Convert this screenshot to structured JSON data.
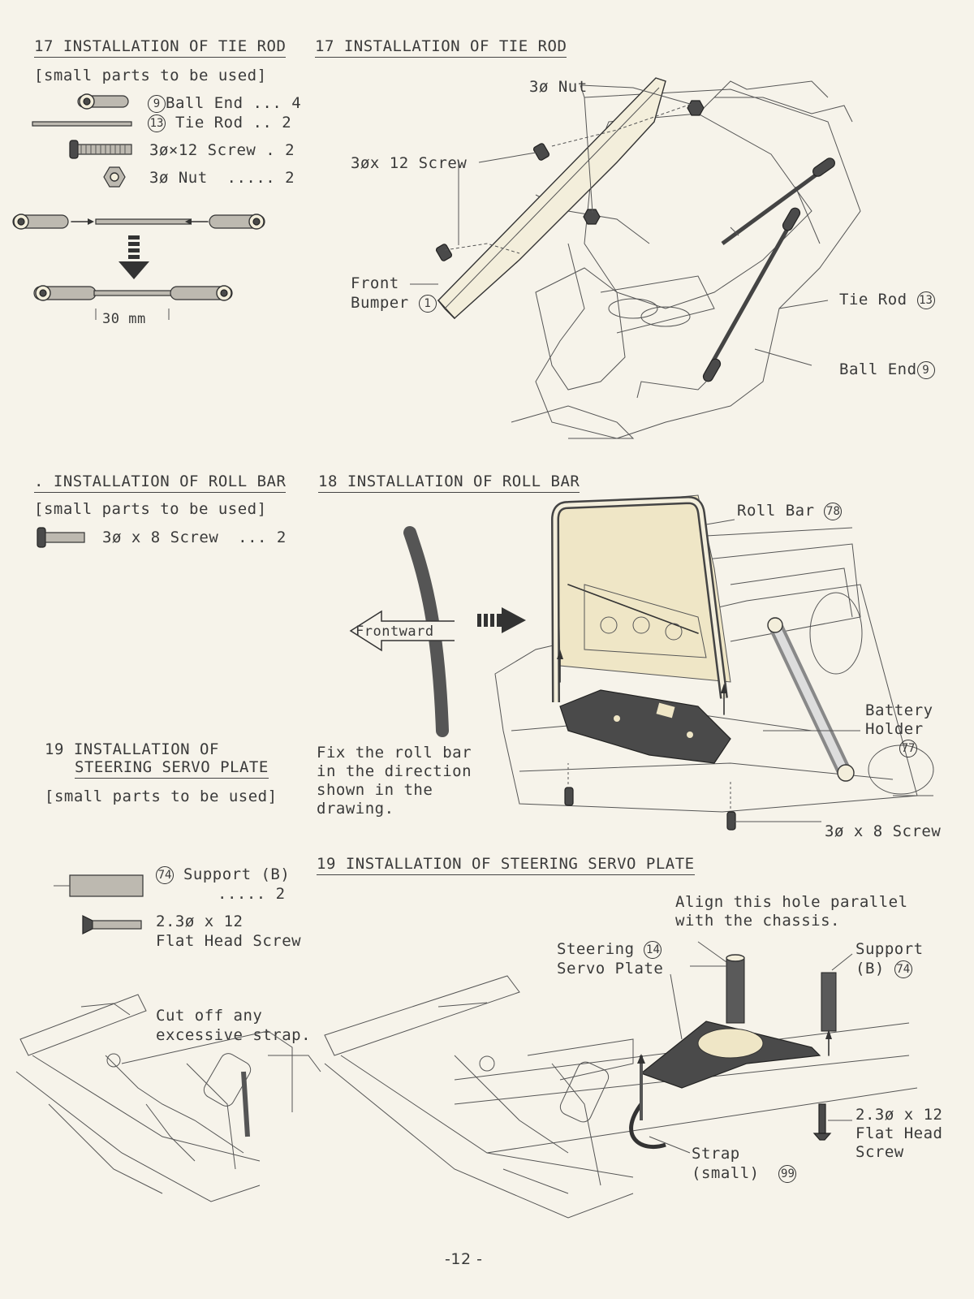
{
  "sec17": {
    "heading_left": "17 INSTALLATION OF TIE ROD",
    "heading_right": "17 INSTALLATION OF TIE ROD",
    "parts_title": "[small parts to be used]",
    "parts": [
      {
        "num": "9",
        "label": "Ball End ... 4"
      },
      {
        "num": "13",
        "label": "Tie Rod .. 2"
      },
      {
        "label": "3ø×12 Screw . 2"
      },
      {
        "label": "3ø Nut  ..... 2"
      }
    ],
    "dimension": "30 mm",
    "callouts": {
      "nut": "3ø Nut",
      "screw": "3øx 12 Screw",
      "bumper_line1": "Front",
      "bumper_line2": "Bumper",
      "bumper_num": "1",
      "tierod": "Tie Rod",
      "tierod_num": "13",
      "ballend": "Ball End",
      "ballend_num": "9"
    }
  },
  "sec18": {
    "heading_left": ". INSTALLATION OF ROLL BAR",
    "heading_right": "18 INSTALLATION OF ROLL BAR",
    "parts_title": "[small parts to be used]",
    "parts": [
      {
        "label": "3ø x 8 Screw  ... 2"
      }
    ],
    "arrow_label": "Frontward",
    "note_lines": [
      "Fix the roll bar",
      "in the direction",
      "shown in the",
      "drawing."
    ],
    "callouts": {
      "rollbar": "Roll Bar",
      "rollbar_num": "78",
      "battery_line1": "Battery",
      "battery_line2": "Holder",
      "battery_num": "77",
      "screw": "3ø x 8 Screw"
    }
  },
  "sec19": {
    "heading_left_line1": "19 INSTALLATION OF",
    "heading_left_line2": "STEERING SERVO PLATE",
    "heading_right": "19 INSTALLATION OF STEERING SERVO PLATE",
    "parts_title": "[small parts to be used]",
    "parts": [
      {
        "num": "74",
        "label": "Support (B)",
        "qty": "..... 2"
      },
      {
        "label_line1": "2.3ø x 12",
        "label_line2": "Flat Head Screw"
      }
    ],
    "cut_note_line1": "Cut off any",
    "cut_note_line2": "excessive strap.",
    "callouts": {
      "align_line1": "Align this hole parallel",
      "align_line2": "with the chassis.",
      "plate_line1": "Steering",
      "plate_line2": "Servo Plate",
      "plate_num": "14",
      "support_line1": "Support",
      "support_line2": "(B)",
      "support_num": "74",
      "screw_line1": "2.3ø x 12",
      "screw_line2": "Flat Head",
      "screw_line3": "Screw",
      "strap_line1": "Strap",
      "strap_line2": "(small)",
      "strap_num": "99"
    }
  },
  "page_number": "-12 -"
}
